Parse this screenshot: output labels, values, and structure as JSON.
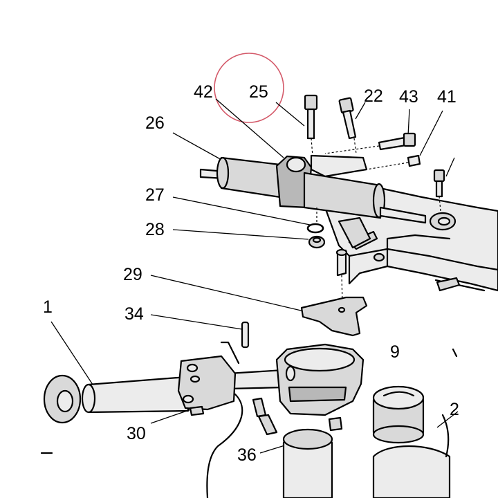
{
  "colors": {
    "background": "#ffffff",
    "line": "#000000",
    "part_fill": "#d9d9d9",
    "highlight_circle": "#d45a6a"
  },
  "highlight": {
    "target_label": "25"
  },
  "labels": [
    {
      "id": "l42",
      "text": "42"
    },
    {
      "id": "l25",
      "text": "25"
    },
    {
      "id": "l22",
      "text": "22"
    },
    {
      "id": "l43",
      "text": "43"
    },
    {
      "id": "l41",
      "text": "41"
    },
    {
      "id": "l26",
      "text": "26"
    },
    {
      "id": "l27",
      "text": "27"
    },
    {
      "id": "l28",
      "text": "28"
    },
    {
      "id": "l29",
      "text": "29"
    },
    {
      "id": "l34",
      "text": "34"
    },
    {
      "id": "l1",
      "text": "1"
    },
    {
      "id": "l9",
      "text": "9"
    },
    {
      "id": "l30",
      "text": "30"
    },
    {
      "id": "l36",
      "text": "36"
    },
    {
      "id": "l2",
      "text": "2"
    }
  ]
}
